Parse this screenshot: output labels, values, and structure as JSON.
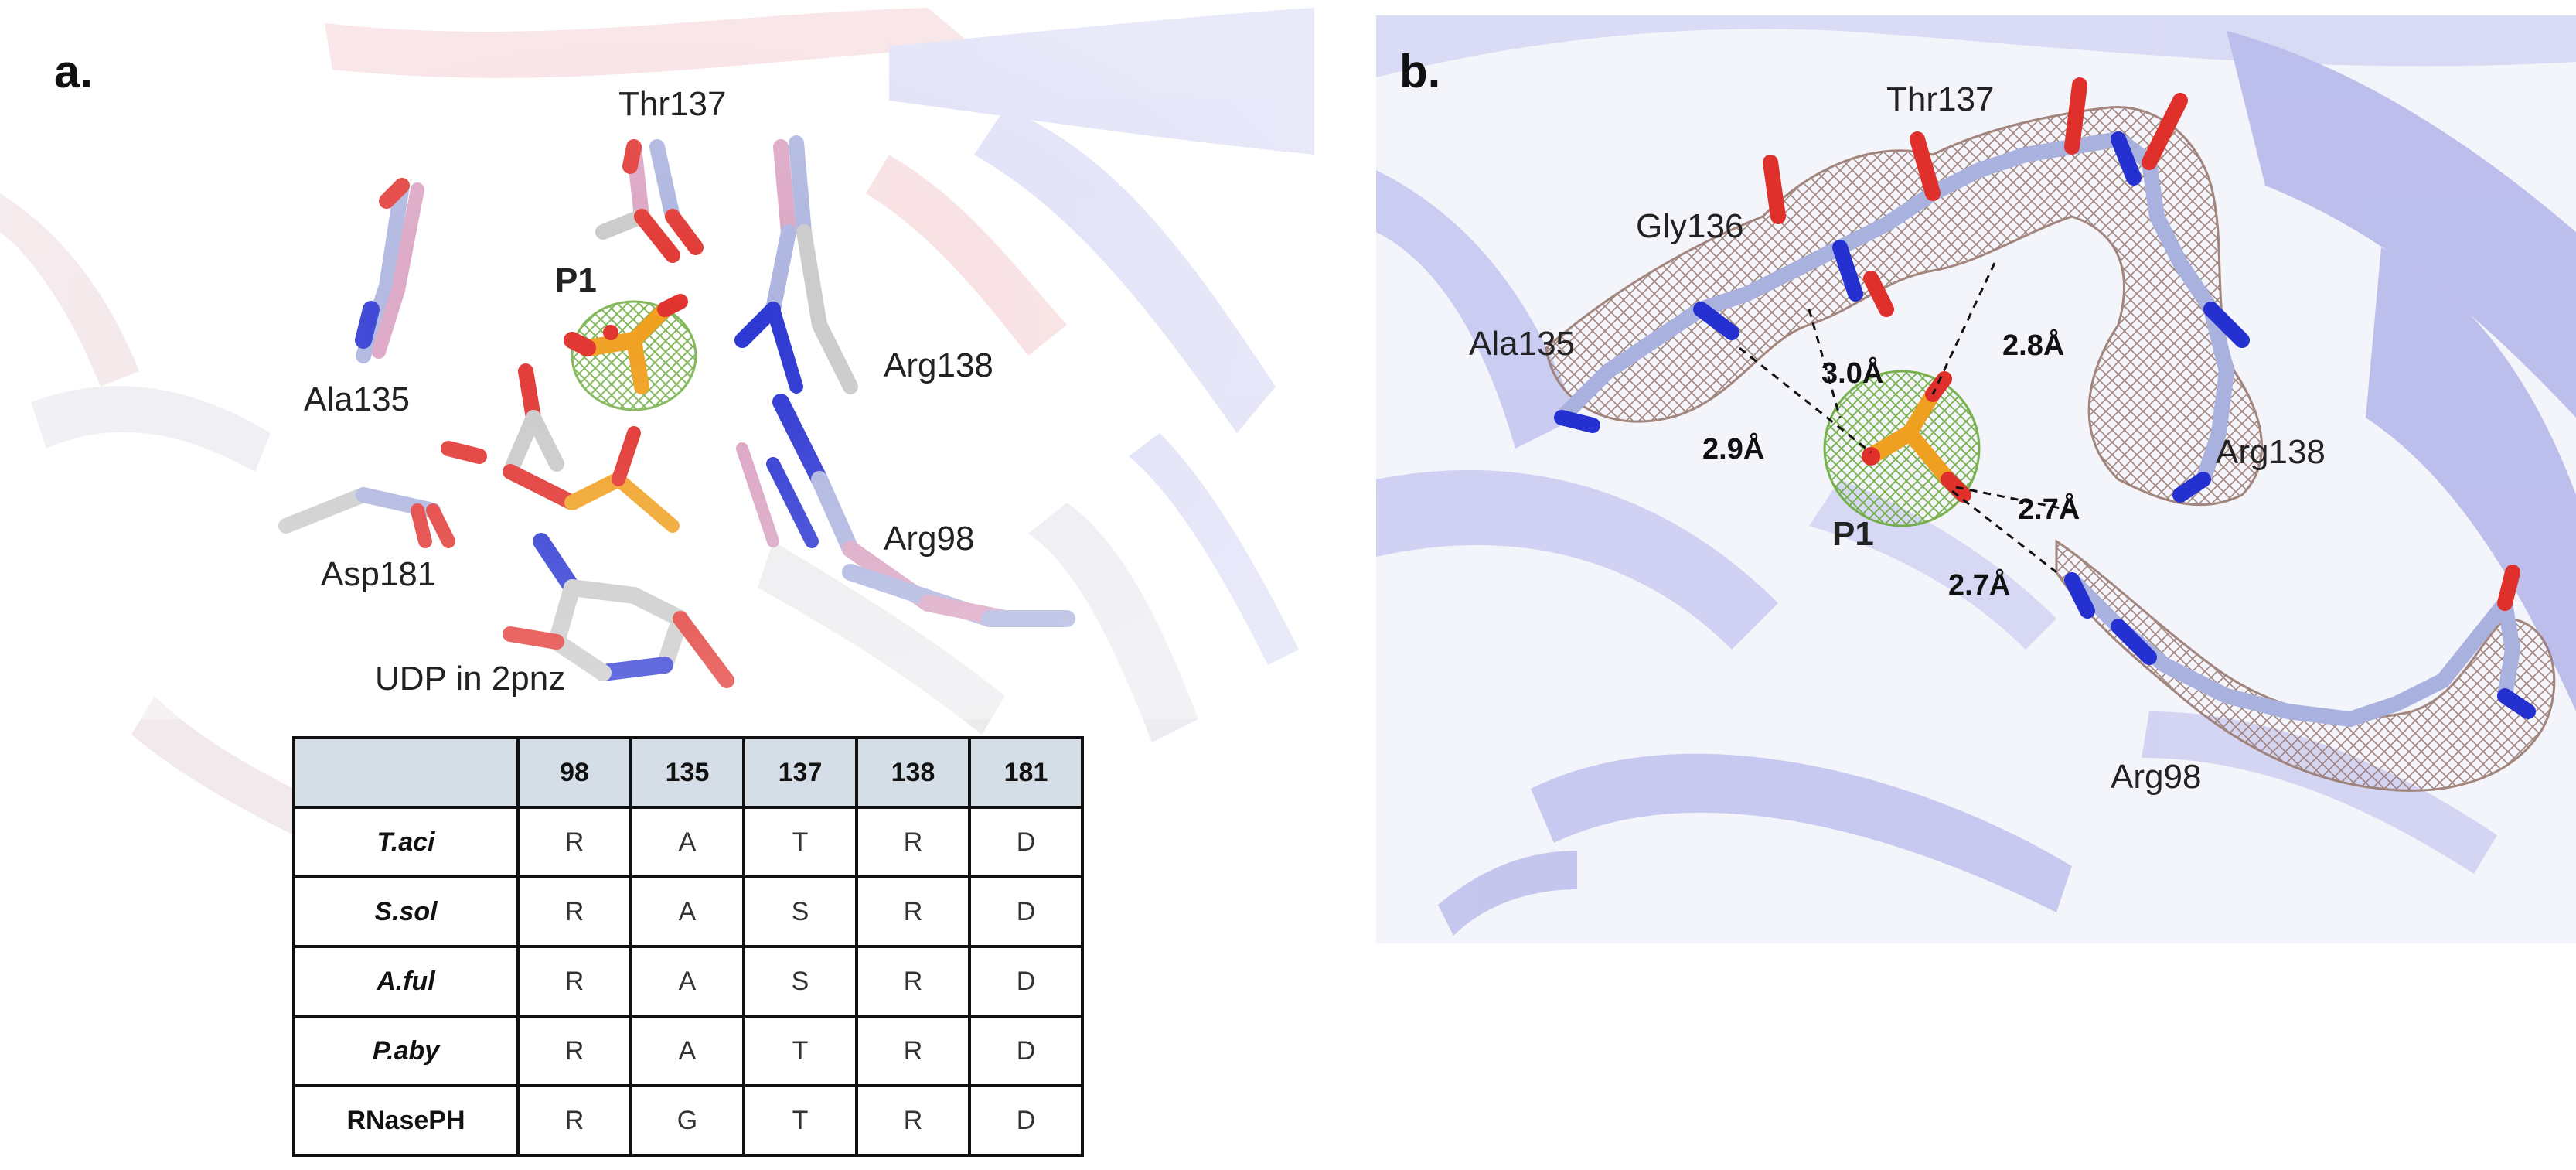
{
  "panel_a": {
    "letter": "a.",
    "labels": {
      "thr137": "Thr137",
      "p1": "P1",
      "arg138": "Arg138",
      "ala135": "Ala135",
      "arg98": "Arg98",
      "asp181": "Asp181",
      "udp": "UDP in 2pnz"
    },
    "table": {
      "columns": [
        "",
        "98",
        "135",
        "137",
        "138",
        "181"
      ],
      "rows": [
        {
          "organism": "T.aci",
          "italic": true,
          "values": [
            "R",
            "A",
            "T",
            "R",
            "D"
          ]
        },
        {
          "organism": "S.sol",
          "italic": true,
          "values": [
            "R",
            "A",
            "S",
            "R",
            "D"
          ]
        },
        {
          "organism": "A.ful",
          "italic": true,
          "values": [
            "R",
            "A",
            "S",
            "R",
            "D"
          ]
        },
        {
          "organism": "P.aby",
          "italic": true,
          "values": [
            "R",
            "A",
            "T",
            "R",
            "D"
          ]
        },
        {
          "organism": "RNasePH",
          "italic": false,
          "values": [
            "R",
            "G",
            "T",
            "R",
            "D"
          ]
        }
      ]
    }
  },
  "panel_b": {
    "letter": "b.",
    "labels": {
      "thr137": "Thr137",
      "gly136": "Gly136",
      "ala135": "Ala135",
      "arg138": "Arg138",
      "p1": "P1",
      "arg98": "Arg98"
    },
    "distances": [
      "3.0Å",
      "2.8Å",
      "2.9Å",
      "2.7Å",
      "2.7Å"
    ]
  },
  "colors": {
    "cartoon_blue": "#9ea0e6",
    "cartoon_red": "#e8a0a8",
    "stick_lightblue": "#a9b1de",
    "stick_pink": "#d9a0c0",
    "stick_grey": "#c8c8c8",
    "oxygen": "#e0302c",
    "nitrogen": "#2530d0",
    "phosphorus": "#f0a020",
    "density_green": "#6aaa3a",
    "density_brown": "#9a7a70",
    "table_header": "#d5dde6"
  }
}
